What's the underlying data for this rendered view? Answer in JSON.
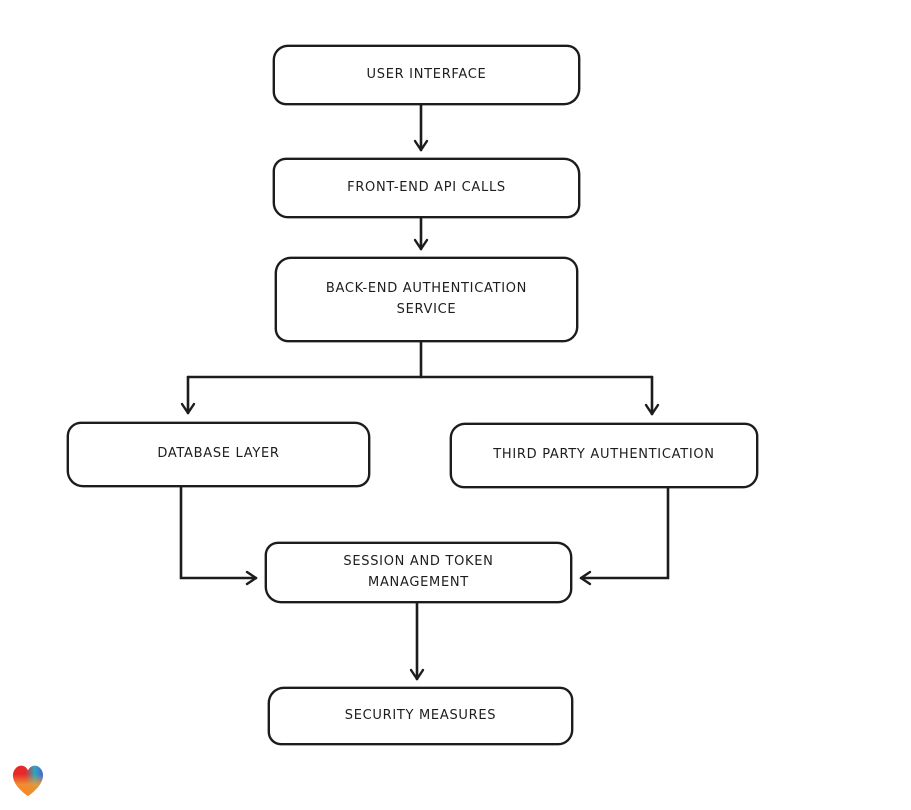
{
  "diagram": {
    "type": "flowchart",
    "background": "#ffffff",
    "stroke_color": "#1c1c1c",
    "node_fill": "#ffffff",
    "nodes": [
      {
        "id": "user-interface",
        "label": "USER INTERFACE"
      },
      {
        "id": "front-end-api-calls",
        "label": "FRONT-END API CALLS"
      },
      {
        "id": "back-end-authentication-service",
        "label": "BACK-END AUTHENTICATION\nSERVICE"
      },
      {
        "id": "database-layer",
        "label": "DATABASE LAYER"
      },
      {
        "id": "third-party-authentication",
        "label": "THIRD PARTY AUTHENTICATION"
      },
      {
        "id": "session-and-token-management",
        "label": "SESSION AND TOKEN\nMANAGEMENT"
      },
      {
        "id": "security-measures",
        "label": "SECURITY MEASURES"
      }
    ],
    "edges": [
      {
        "from": "user-interface",
        "to": "front-end-api-calls"
      },
      {
        "from": "front-end-api-calls",
        "to": "back-end-authentication-service"
      },
      {
        "from": "back-end-authentication-service",
        "to": "database-layer"
      },
      {
        "from": "back-end-authentication-service",
        "to": "third-party-authentication"
      },
      {
        "from": "database-layer",
        "to": "session-and-token-management"
      },
      {
        "from": "third-party-authentication",
        "to": "session-and-token-management"
      },
      {
        "from": "session-and-token-management",
        "to": "security-measures"
      }
    ]
  },
  "logo": {
    "name": "heart-logo",
    "colors": {
      "red": "#e62a2b",
      "teal": "#2ea6bd",
      "blue": "#3f66d8",
      "orange": "#f49932"
    }
  }
}
